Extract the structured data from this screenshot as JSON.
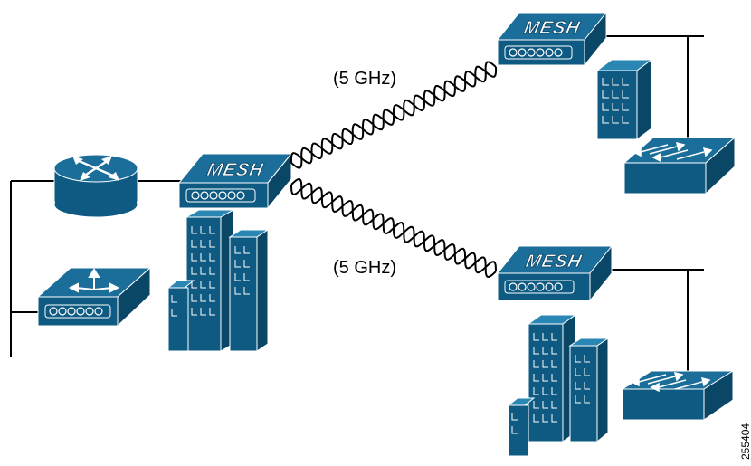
{
  "link_upper": {
    "band_label": "(5 GHz)"
  },
  "link_lower": {
    "band_label": "(5 GHz)"
  },
  "mesh_nodes": {
    "root": {
      "label": "MESH"
    },
    "upper": {
      "label": "MESH"
    },
    "lower": {
      "label": "MESH"
    }
  },
  "figure_id": "255404",
  "colors": {
    "device_blue": "#0e5a82",
    "device_top": "#1a6e99",
    "device_dark": "#0a4666",
    "wire": "#000000"
  },
  "icons": {
    "router": "router-icon",
    "controller": "wireless-controller-icon",
    "mesh_ap": "mesh-access-point-icon",
    "switch": "switch-icon",
    "building": "building-icon"
  }
}
